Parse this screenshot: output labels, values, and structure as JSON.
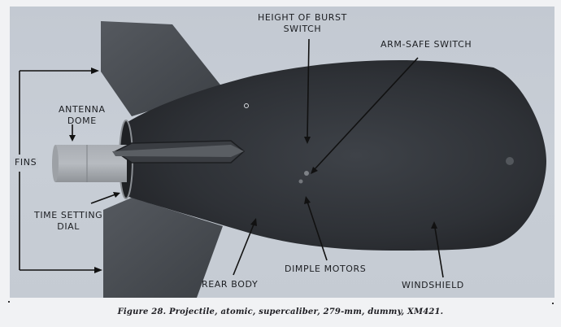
{
  "figure": {
    "caption": "Figure 28.   Projectile, atomic, supercaliber, 279-mm, dummy, XM421.",
    "labels": {
      "height_of_burst_line1": "HEIGHT OF BURST",
      "height_of_burst_line2": "SWITCH",
      "arm_safe": "ARM-SAFE SWITCH",
      "antenna_line1": "ANTENNA",
      "antenna_line2": "DOME",
      "fins": "FINS",
      "time_setting_line1": "TIME SETTING",
      "time_setting_line2": "DIAL",
      "rear_body": "REAR BODY",
      "dimple_motors": "DIMPLE MOTORS",
      "windshield": "WINDSHIELD"
    },
    "colors": {
      "background": "#c5cbd3",
      "body": "#2f3237",
      "page": "#f1f2f4"
    }
  }
}
